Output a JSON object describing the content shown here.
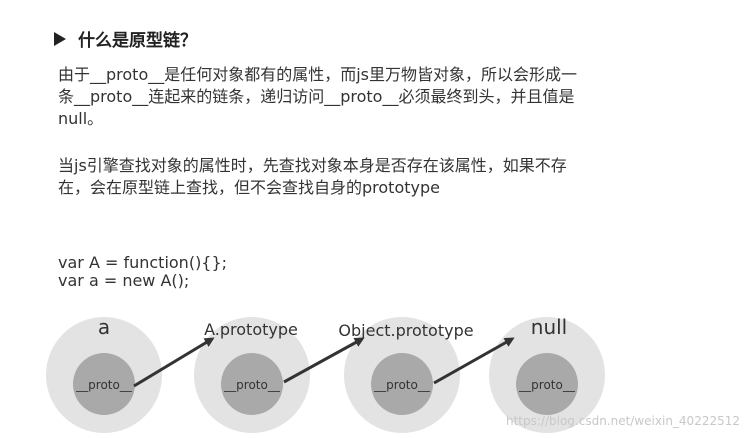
{
  "heading": "什么是原型链？",
  "paragraph1": "由于__proto__是任何对象都有的属性，而js里万物皆对象，所以会形成一条__proto__连起来的链条，递归访问__proto__必须最终到头，并且值是 null。",
  "paragraph2": "当js引擎查找对象的属性时，先查找对象本身是否存在该属性，如果不存在，会在原型链上查找，但不会查找自身的prototype",
  "code": [
    "var A = function(){};",
    "var a = new A();"
  ],
  "nodes": [
    {
      "label": "a",
      "inner": "__proto__"
    },
    {
      "label": "A.prototype",
      "inner": "__proto__"
    },
    {
      "label": "Object.prototype",
      "inner": "__proto__"
    },
    {
      "label": "null",
      "inner": "__proto__"
    }
  ],
  "watermark": "https://blog.csdn.net/weixin_40222512",
  "colors": {
    "outer_circle": "#e3e3e3",
    "inner_circle": "#a9a9a9",
    "arrow": "#333333"
  }
}
